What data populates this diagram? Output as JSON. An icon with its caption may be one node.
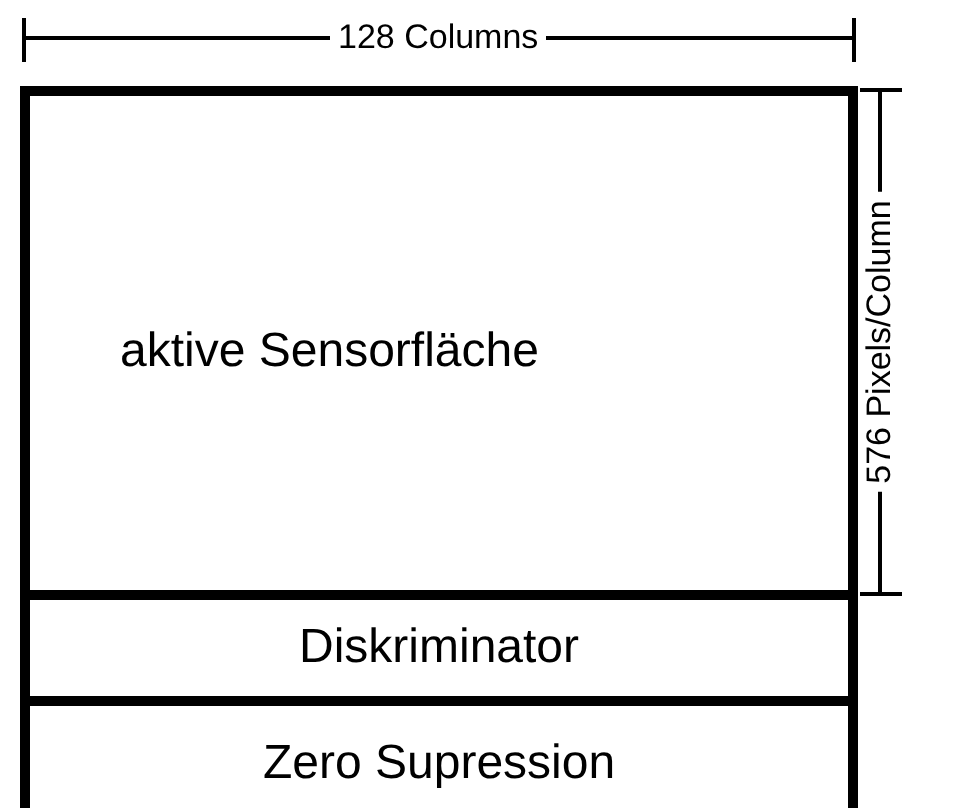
{
  "diagram": {
    "nodes": [
      {
        "text": [
          "aktive Sensorfläche"
        ]
      },
      {
        "text": [
          "Diskriminator"
        ]
      },
      {
        "text": [
          "Zero Supression"
        ]
      }
    ],
    "labels": [
      "128 Columns",
      "576 Pixels/Column"
    ]
  }
}
